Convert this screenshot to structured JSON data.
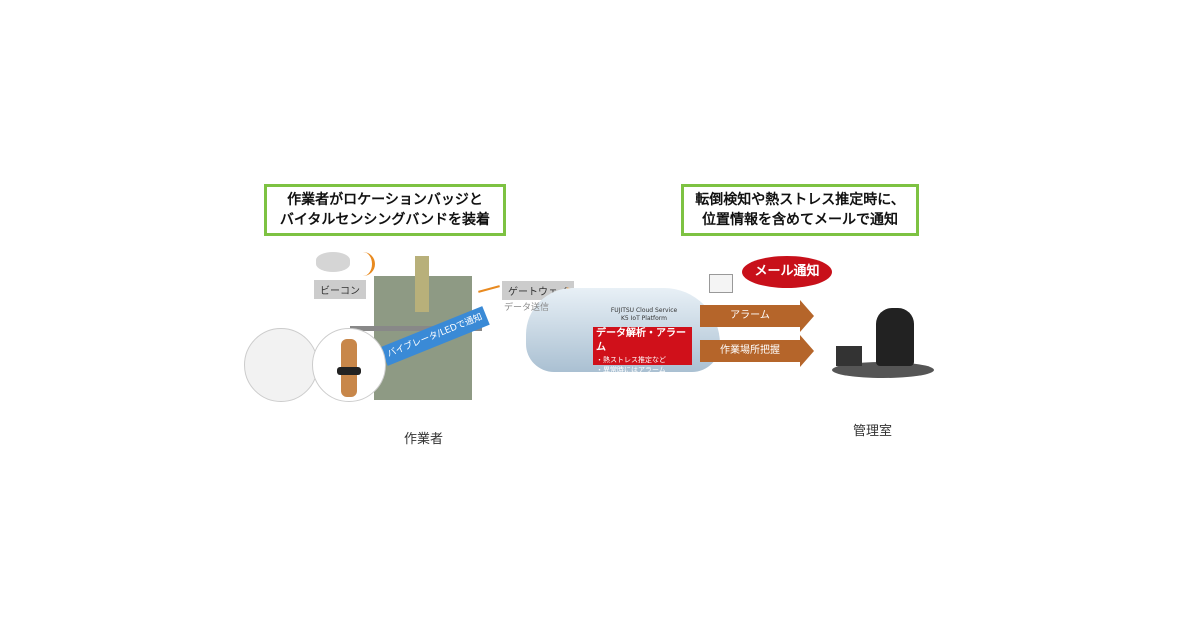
{
  "worker_box": {
    "line1": "作業者がロケーションバッジと",
    "line2": "バイタルセンシングバンドを装着"
  },
  "manager_box": {
    "line1": "転倒検知や熱ストレス推定時に、",
    "line2": "位置情報を含めてメールで通知"
  },
  "beacon_label": "ビーコン",
  "gateway_label": "ゲートウェイ",
  "data_send": "データ送信",
  "vibrator_arrow": "バイブレータ/LEDで通知",
  "cloud": {
    "line1": "FUJITSU Cloud Service",
    "line2": "K5 IoT Platform",
    "title": "データ解析・アラーム",
    "item1": "・熱ストレス推定など",
    "item2": "・異常時にはアラーム"
  },
  "mail_bubble": "メール通知",
  "alarm_arrow": "アラーム",
  "location_arrow": "作業場所把握",
  "worker_label": "作業者",
  "manager_label": "管理室",
  "colors": {
    "green": "#7dc242",
    "red": "#d0101a",
    "orange": "#b5652a",
    "blue": "#3a8ad6"
  }
}
